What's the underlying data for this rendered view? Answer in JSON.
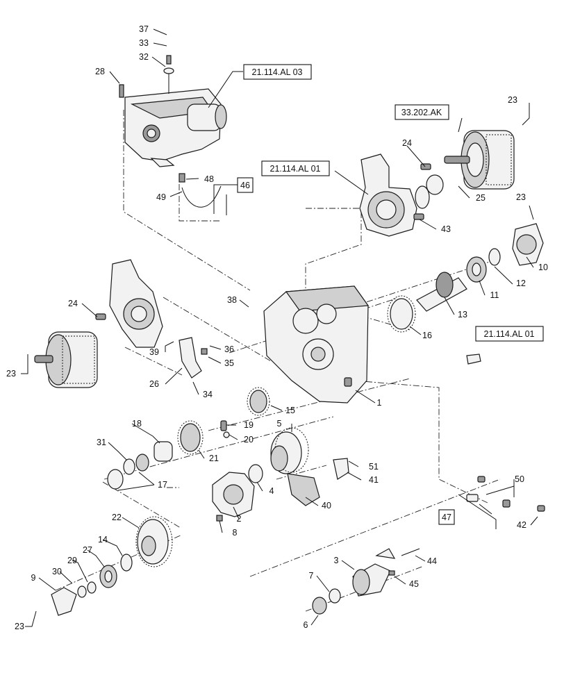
{
  "refs": {
    "r21_114_al_03": "21.114.AL 03",
    "r33_202_ak": "33.202.AK",
    "r21_114_al_01_top": "21.114.AL 01",
    "r21_114_al_01_right": "21.114.AL 01",
    "r46": "46",
    "r47": "47"
  },
  "callouts": {
    "c37": "37",
    "c33": "33",
    "c32": "32",
    "c28": "28",
    "c48": "48",
    "c49": "49",
    "c23a": "23",
    "c24a": "24",
    "c25": "25",
    "c43": "43",
    "c23b": "23",
    "c10": "10",
    "c12": "12",
    "c11": "11",
    "c13": "13",
    "c16": "16",
    "c38": "38",
    "c24b": "24",
    "c23c": "23",
    "c39": "39",
    "c36": "36",
    "c35": "35",
    "c26": "26",
    "c34": "34",
    "c1": "1",
    "c15": "15",
    "c18": "18",
    "c19": "19",
    "c20": "20",
    "c21": "21",
    "c31": "31",
    "c17": "17",
    "c5": "5",
    "c51": "51",
    "c41": "41",
    "c40": "40",
    "c4": "4",
    "c2": "2",
    "c8": "8",
    "c22": "22",
    "c14": "14",
    "c27": "27",
    "c29": "29",
    "c30": "30",
    "c9": "9",
    "c23d": "23",
    "c50": "50",
    "c42": "42",
    "c3": "3",
    "c44": "44",
    "c45": "45",
    "c7": "7",
    "c6": "6"
  }
}
